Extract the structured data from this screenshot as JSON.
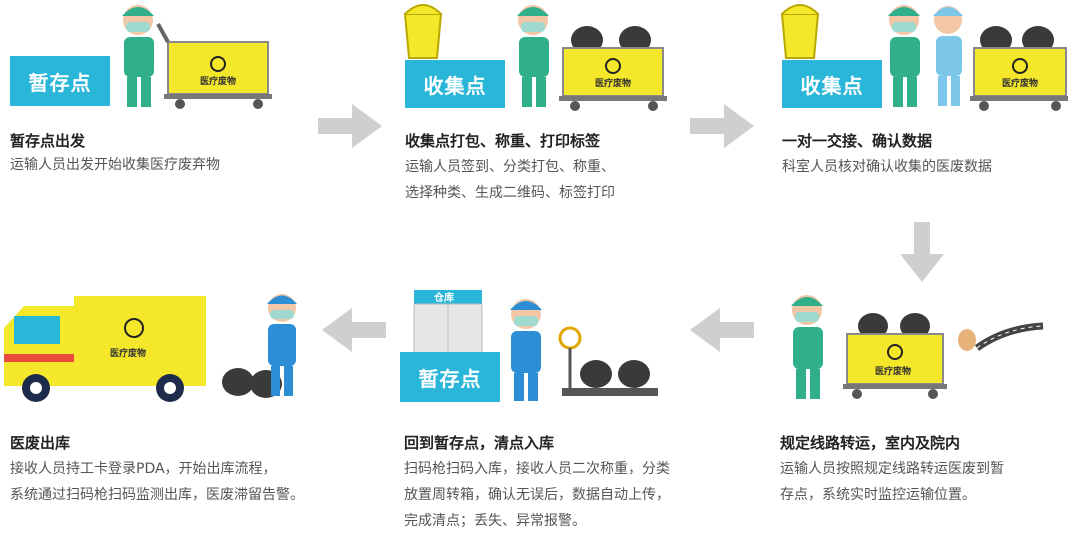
{
  "steps": [
    {
      "label": "暂存点",
      "title": "暂存点出发",
      "lines": [
        "运输人员出发开始收集医疗废弃物"
      ]
    },
    {
      "label": "收集点",
      "title": "收集点打包、称重、打印标签",
      "lines": [
        "运输人员签到、分类打包、称重、",
        "选择种类、生成二维码、标签打印"
      ]
    },
    {
      "label": "收集点",
      "title": "一对一交接、确认数据",
      "lines": [
        "科室人员核对确认收集的医废数据"
      ]
    },
    {
      "title": "规定线路转运，室内及院内",
      "lines": [
        "运输人员按照规定线路转运医废到暂",
        "存点，系统实时监控运输位置。"
      ]
    },
    {
      "label": "暂存点",
      "building_label": "仓库",
      "title": "回到暂存点，清点入库",
      "lines": [
        "扫码枪扫码入库，接收人员二次称重，分类",
        "放置周转箱，确认无误后，数据自动上传，",
        "完成清点；丢失、异常报警。"
      ]
    },
    {
      "title": "医废出库",
      "lines": [
        "接收人员持工卡登录PDA，开始出库流程，",
        "系统通过扫码枪扫码监测出库，医废滞留告警。"
      ]
    }
  ],
  "cart_text": "医疗废物",
  "colors": {
    "accent": "#29b6d9",
    "cart": "#f5e72a",
    "arrow": "#cfcfcf",
    "worker": "#2fb08a",
    "bag": "#3a3a3a"
  }
}
